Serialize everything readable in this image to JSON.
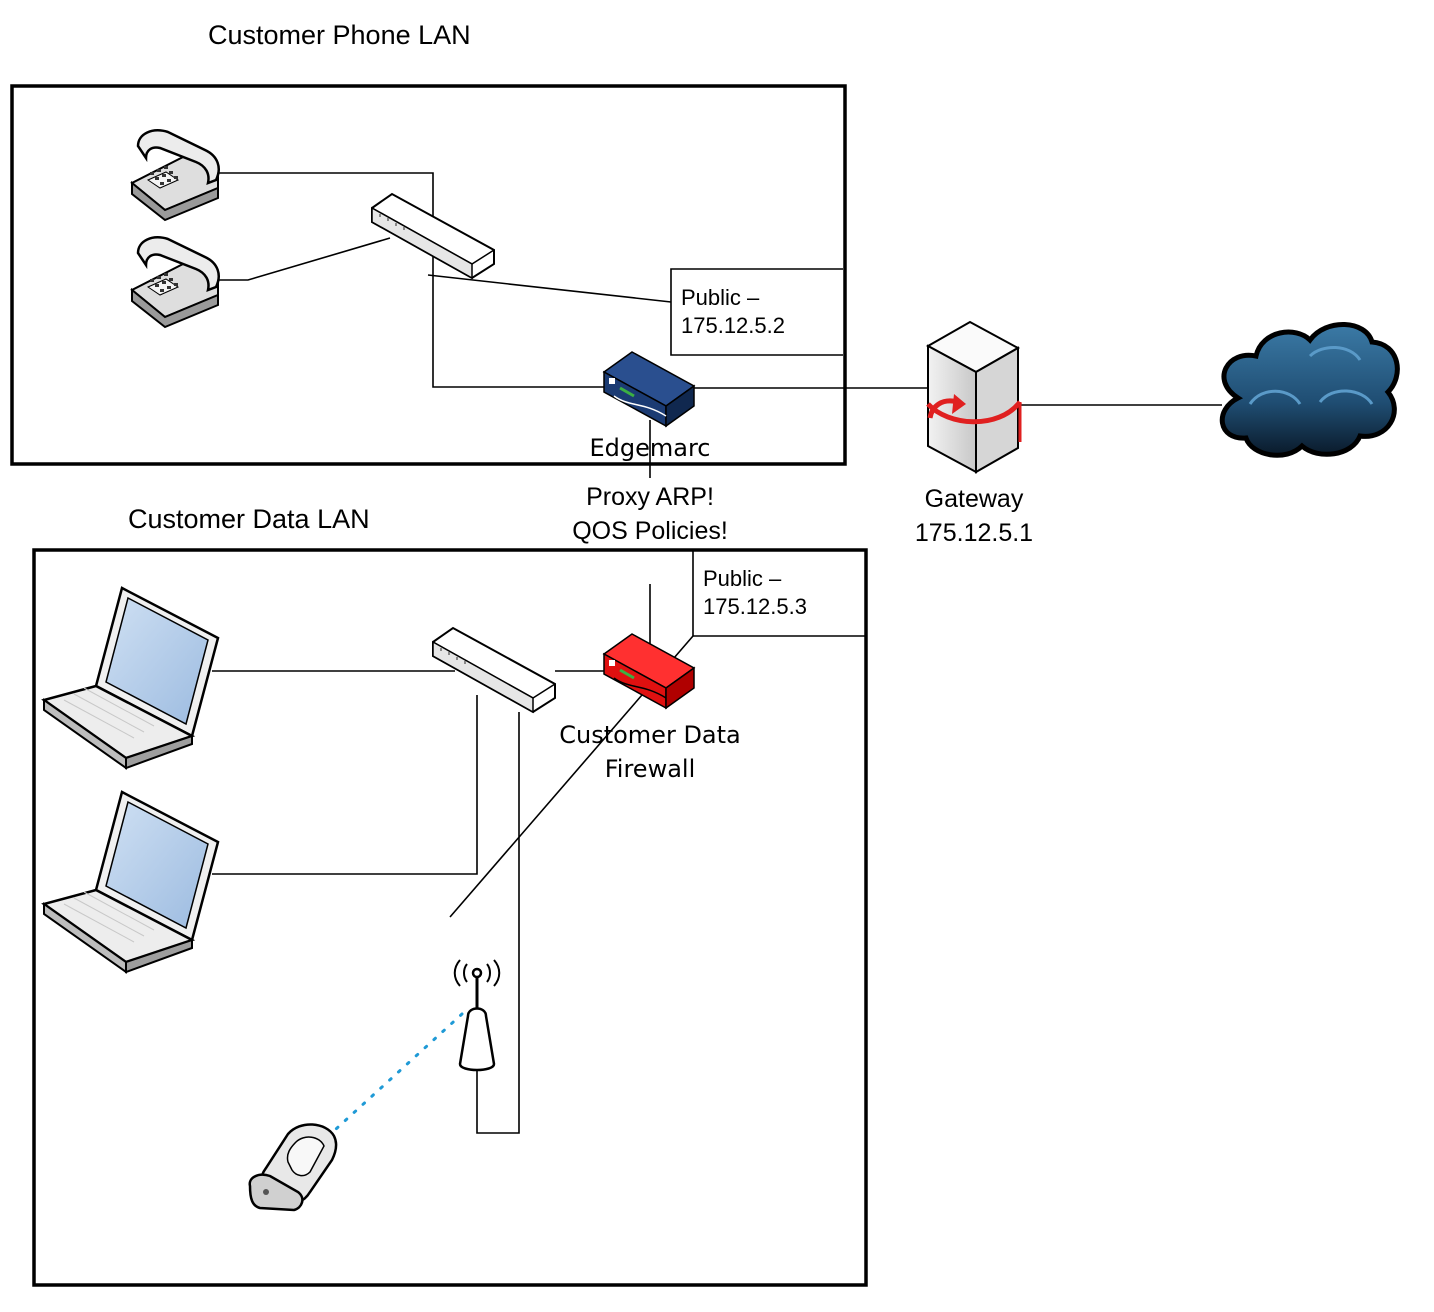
{
  "phone_lan": {
    "title": "Customer Phone LAN"
  },
  "data_lan": {
    "title": "Customer Data LAN"
  },
  "edgemarc": {
    "label": "Edgemarc",
    "public_line1": "Public –",
    "public_line2": "175.12.5.2",
    "note_line1": "Proxy ARP!",
    "note_line2": "QOS Policies!"
  },
  "firewall": {
    "label_line1": "Customer Data",
    "label_line2": "Firewall",
    "public_line1": "Public –",
    "public_line2": "175.12.5.3"
  },
  "gateway": {
    "label_line1": "Gateway",
    "label_line2": "175.12.5.1"
  },
  "icons": [
    "phone-icon",
    "switch-icon",
    "edgemarc-router-icon",
    "server-gateway-icon",
    "cloud-icon",
    "laptop-icon",
    "firewall-router-icon",
    "wireless-ap-icon",
    "mobile-phone-icon"
  ],
  "colors": {
    "edgemarc": "#1b3b73",
    "firewall": "#e01010",
    "cloud": "#1e4a6e",
    "gateway_arrow": "#e02020"
  }
}
